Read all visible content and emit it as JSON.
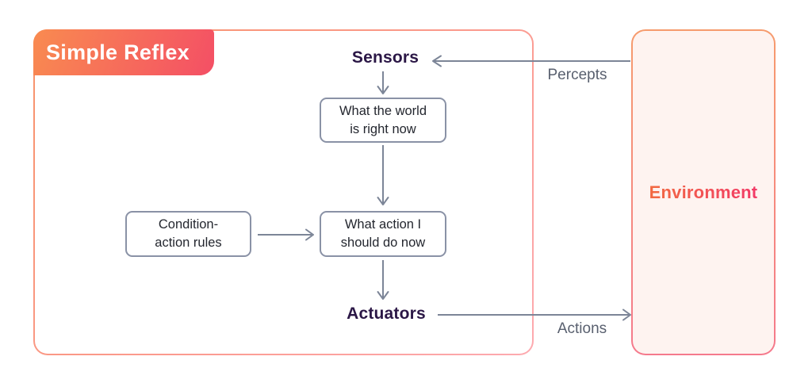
{
  "diagram": {
    "title": "Simple Reflex",
    "nodes": {
      "sensors": {
        "label": "Sensors"
      },
      "world_state": {
        "line1": "What the world",
        "line2": "is right now"
      },
      "condition_rules": {
        "line1": "Condition-",
        "line2": "action rules"
      },
      "action": {
        "line1": "What action I",
        "line2": "should do now"
      },
      "actuators": {
        "label": "Actuators"
      },
      "environment": {
        "label": "Environment"
      }
    },
    "edges": {
      "percepts": {
        "label": "Percepts",
        "from": "Environment",
        "to": "Sensors"
      },
      "sensors_to_world": {
        "from": "Sensors",
        "to": "What the world is right now"
      },
      "world_to_action": {
        "from": "What the world is right now",
        "to": "What action I should do now"
      },
      "rules_to_action": {
        "from": "Condition-action rules",
        "to": "What action I should do now"
      },
      "action_to_actuators": {
        "from": "What action I should do now",
        "to": "Actuators"
      },
      "actions": {
        "label": "Actions",
        "from": "Actuators",
        "to": "Environment"
      }
    },
    "colors": {
      "badge_gradient_start": "#f98b50",
      "badge_gradient_end": "#f44f65",
      "agent_border_start": "#f8936a",
      "agent_border_end": "#fdaab0",
      "environment_border_start": "#f69b6d",
      "environment_border_end": "#f5798c",
      "environment_bg": "#fef3f0",
      "environment_text_start": "#f26a41",
      "environment_text_end": "#f23a67",
      "node_border": "#8a92a6",
      "node_text": "#24272f",
      "endpoint_text": "#2b1746",
      "arrow": "#7c8597",
      "edge_label_text": "#59606f"
    }
  }
}
